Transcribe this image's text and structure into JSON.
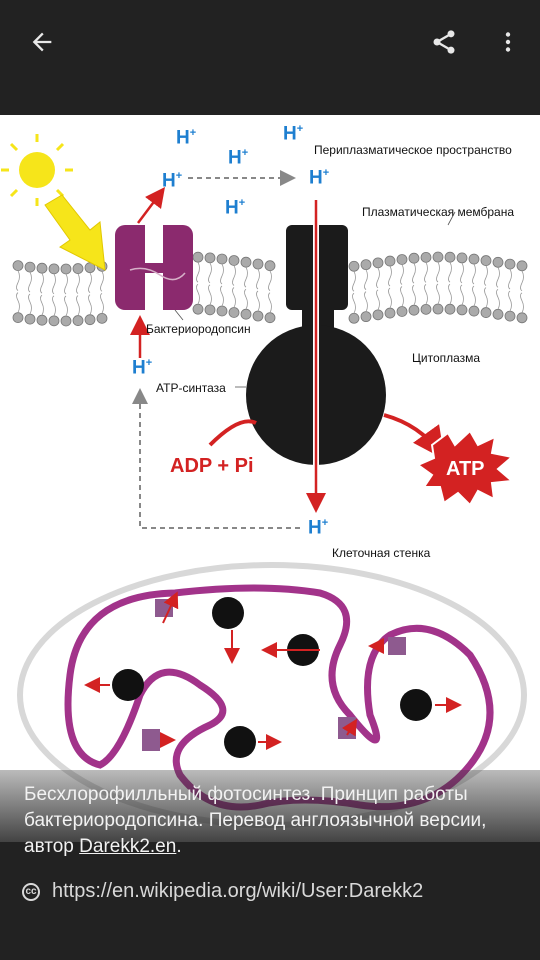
{
  "toolbar": {
    "back_icon": "arrow-left-icon",
    "share_icon": "share-icon",
    "more_icon": "more-vertical-icon"
  },
  "figure": {
    "labels": {
      "periplasm": "Периплазматическое пространство",
      "membrane": "Плазматическая мембрана",
      "bacteriorhodopsin": "Бактериородопсин",
      "cytoplasm": "Цитоплазма",
      "atp_synthase": "ATP-синтаза",
      "cell_wall": "Клеточная стенка",
      "adp_pi": "ADP + Pi",
      "atp": "ATP",
      "h": "H",
      "plus": "+"
    },
    "colors": {
      "proton": "#1e7fd0",
      "arrow_red": "#d32222",
      "rhodopsin_purple": "#8b2a6e",
      "sun": "#f6e51a"
    }
  },
  "caption": {
    "text": "Бесхлорофилльный фотосинтез. Принцип работы бактериородопсина. Перевод англоязычной версии, автор ",
    "link_text": "Darekk2.en",
    "end": "."
  },
  "license": {
    "icon": "cc-icon",
    "url": "https://en.wikipedia.org/wiki/User:Darekk2"
  }
}
